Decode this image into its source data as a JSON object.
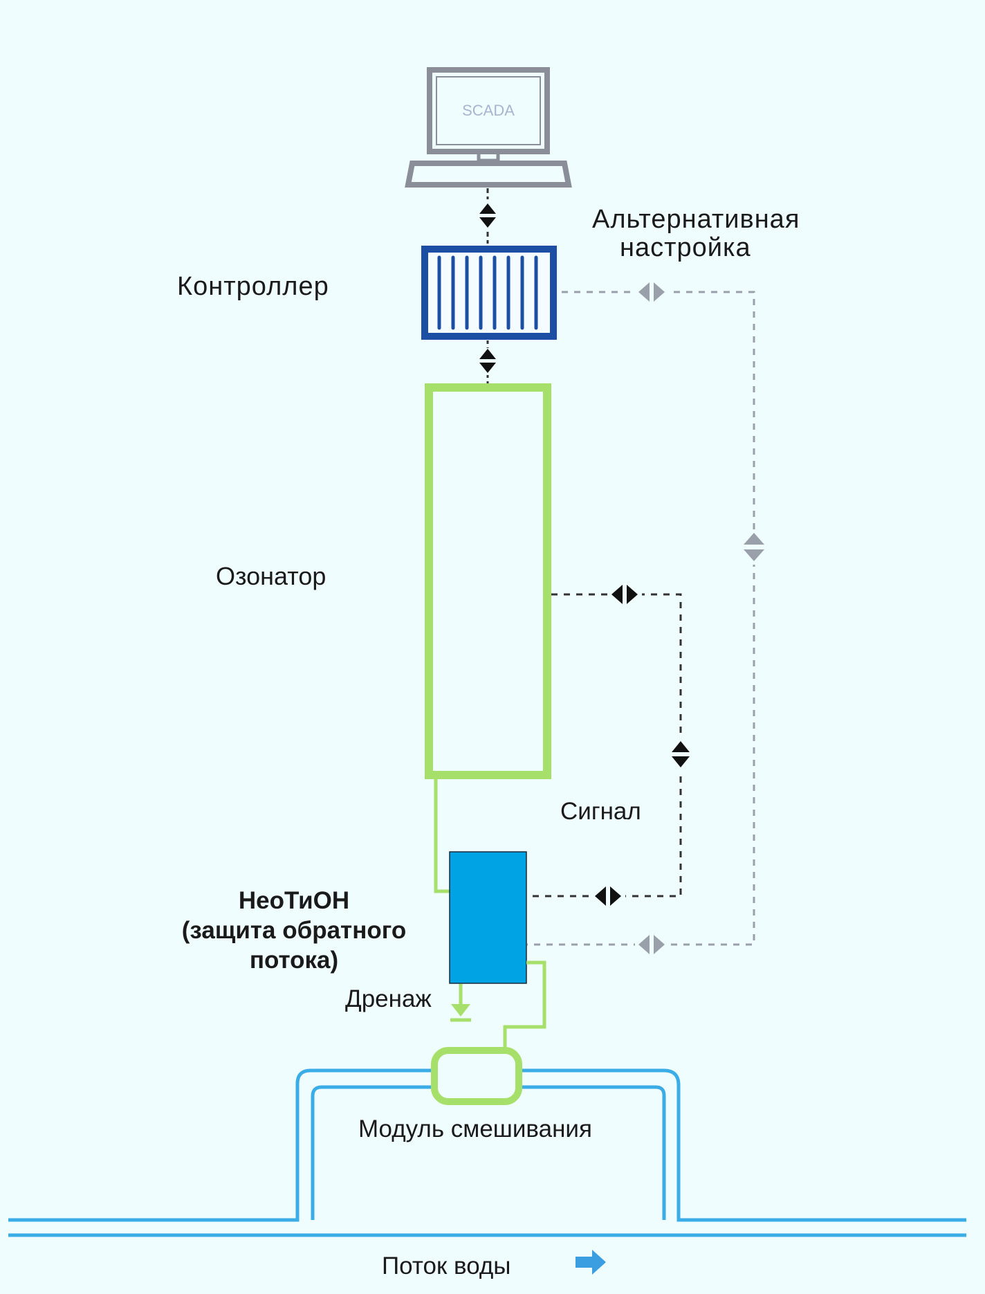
{
  "title": "Схема подключения озонатора",
  "colors": {
    "background": "#f0fdff",
    "computer_gray": "#8a8e99",
    "scada_text": "#a8b4d0",
    "controller_blue": "#1c4fa3",
    "ozonator_green": "#a6df6a",
    "neotion_blue": "#00a3e4",
    "water_pipe_blue": "#3aace6",
    "signal_dark": "#222222",
    "alt_gray": "#9aa0aa",
    "flow_arrow": "#3a9ee0"
  },
  "components": {
    "scada": {
      "screen_text": "SCADA",
      "icon": "computer-icon"
    },
    "controller": {
      "label": "Контроллер",
      "icon": "controller-icon"
    },
    "ozonator": {
      "label": "Озонатор"
    },
    "neotion": {
      "label_line1": "НеоТиОН",
      "label_line2": "(защита обратного",
      "label_line3": "потока)"
    },
    "drain": {
      "label": "Дренаж",
      "icon": "drain-arrow-icon"
    },
    "mixer": {
      "label": "Модуль смешивания"
    },
    "water_flow": {
      "label": "Поток воды",
      "icon": "arrow-right-icon"
    }
  },
  "connections": {
    "alternative": {
      "label_line1": "Альтернативная",
      "label_line2": "настройка"
    },
    "signal": {
      "label": "Сигнал"
    }
  }
}
